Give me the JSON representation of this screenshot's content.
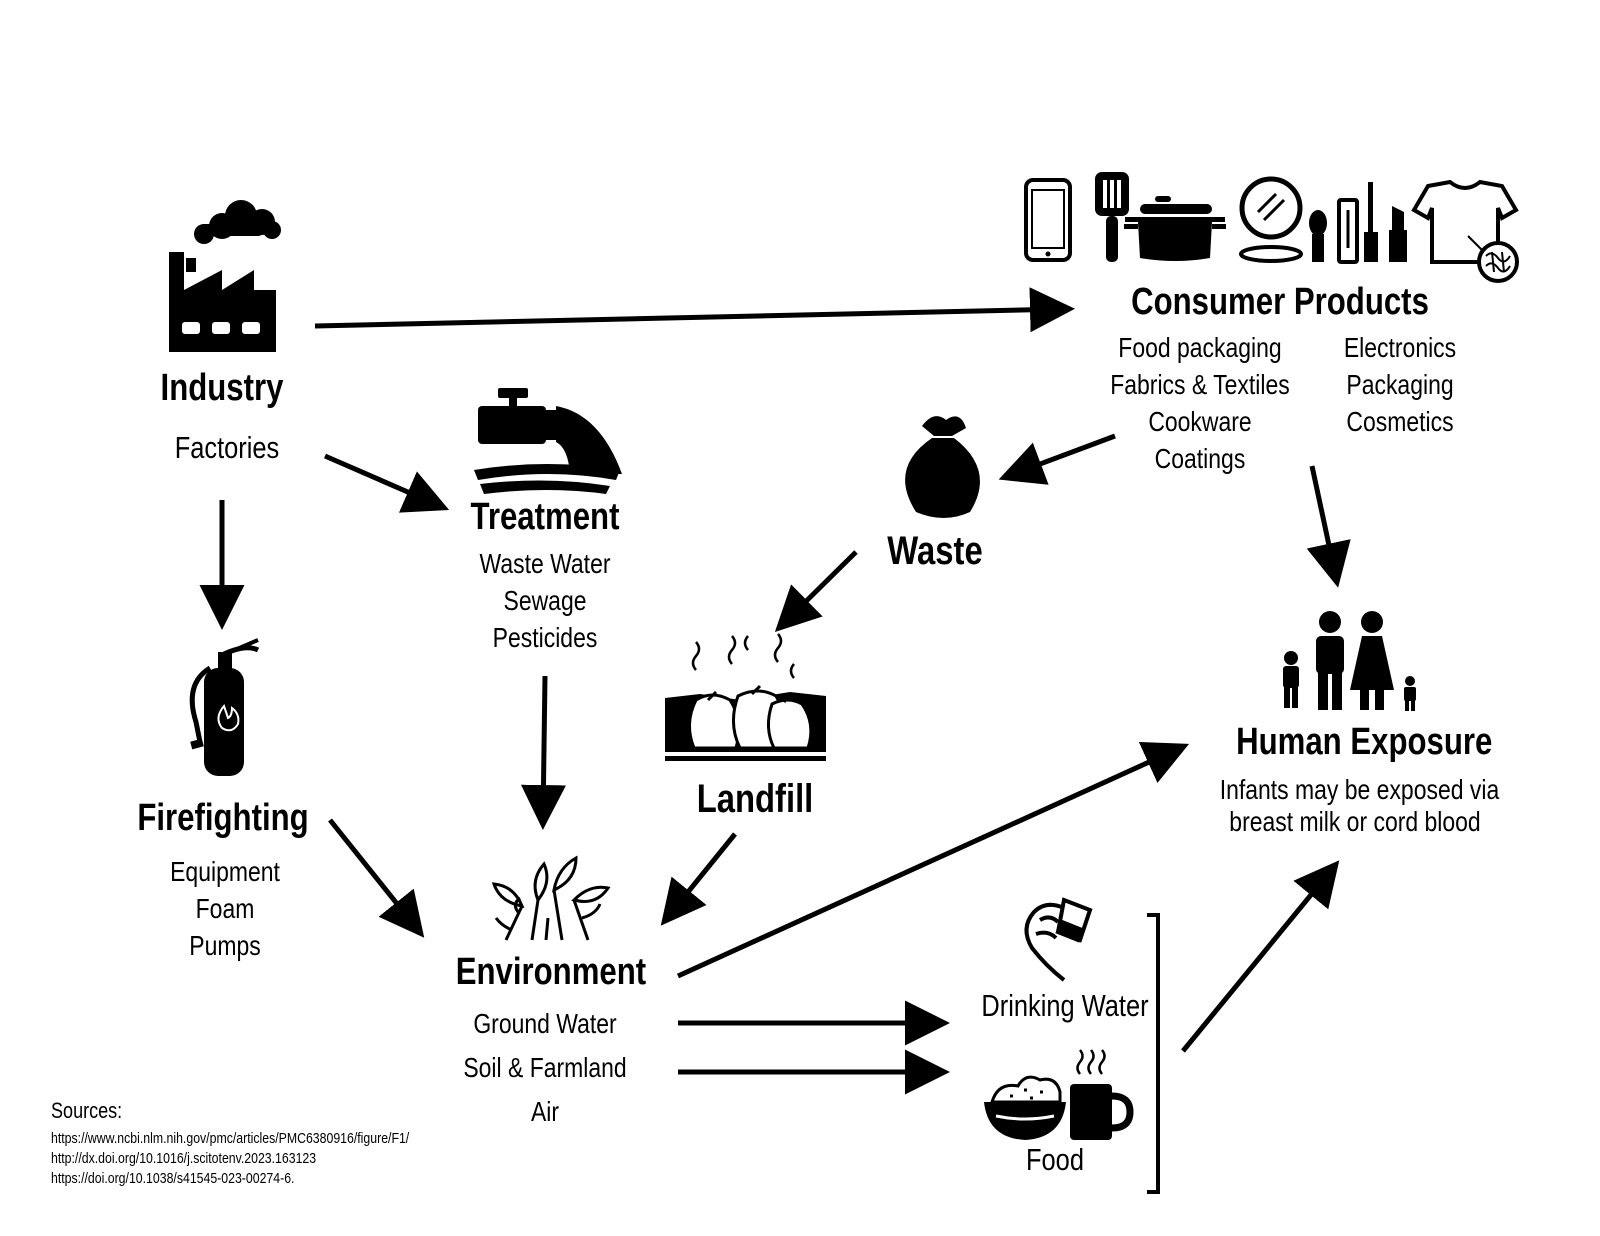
{
  "nodes": {
    "industry": {
      "title": "Industry",
      "items": [
        "Factories"
      ],
      "icon": "factory-icon"
    },
    "consumer": {
      "title": "Consumer Products",
      "items_left": [
        "Food packaging",
        "Fabrics & Textiles",
        "Cookware",
        "Coatings"
      ],
      "items_right": [
        "Electronics",
        "Packaging",
        "Cosmetics"
      ],
      "icons": [
        "smartphone-icon",
        "spatula-icon",
        "cooking-pot-icon",
        "compact-mirror-icon",
        "makeup-brush-icon",
        "lipstick-icon",
        "t-shirt-icon"
      ]
    },
    "treatment": {
      "title": "Treatment",
      "items": [
        "Waste Water",
        "Sewage",
        "Pesticides"
      ],
      "icon": "outflow-pipe-icon"
    },
    "waste": {
      "title": "Waste",
      "icon": "garbage-bag-icon"
    },
    "landfill": {
      "title": "Landfill",
      "icon": "landfill-icon"
    },
    "firefighting": {
      "title": "Firefighting",
      "items": [
        "Equipment",
        "Foam",
        "Pumps"
      ],
      "icon": "fire-extinguisher-icon"
    },
    "environment": {
      "title": "Environment",
      "items": [
        "Ground Water",
        "Soil & Farmland",
        "Air"
      ],
      "icon": "plants-icon"
    },
    "human": {
      "title": "Human Exposure",
      "items": [
        "Infants may be exposed via",
        "breast milk or cord blood"
      ],
      "icon": "family-icon"
    },
    "drinking_water": {
      "title": "Drinking Water",
      "icon": "hand-pouring-glass-icon"
    },
    "food": {
      "title": "Food",
      "icons": [
        "food-bowl-icon",
        "hot-mug-icon"
      ]
    }
  },
  "sources": {
    "label": "Sources:",
    "links": [
      "https://www.ncbi.nlm.nih.gov/pmc/articles/PMC6380916/figure/F1/",
      "http://dx.doi.org/10.1016/j.scitotenv.2023.163123",
      "https://doi.org/10.1038/s41545-023-00274-6."
    ]
  }
}
